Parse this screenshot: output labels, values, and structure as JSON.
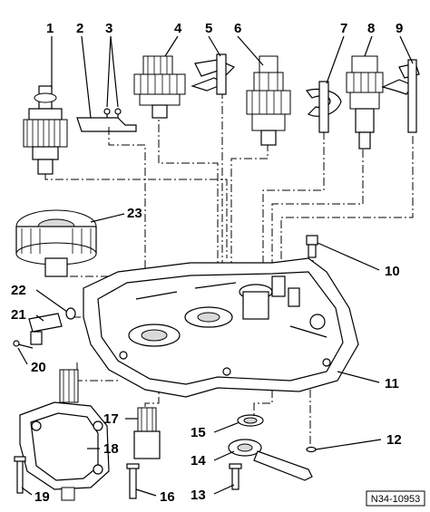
{
  "labels": {
    "l1": "1",
    "l2": "2",
    "l3": "3",
    "l4": "4",
    "l5": "5",
    "l6": "6",
    "l7": "7",
    "l8": "8",
    "l9": "9",
    "l10": "10",
    "l11": "11",
    "l12": "12",
    "l13": "13",
    "l14": "14",
    "l15": "15",
    "l16": "16",
    "l17": "17",
    "l18": "18",
    "l19": "19",
    "l20": "20",
    "l21": "21",
    "l22": "22",
    "l23": "23"
  },
  "reference_code": "N34-10953"
}
